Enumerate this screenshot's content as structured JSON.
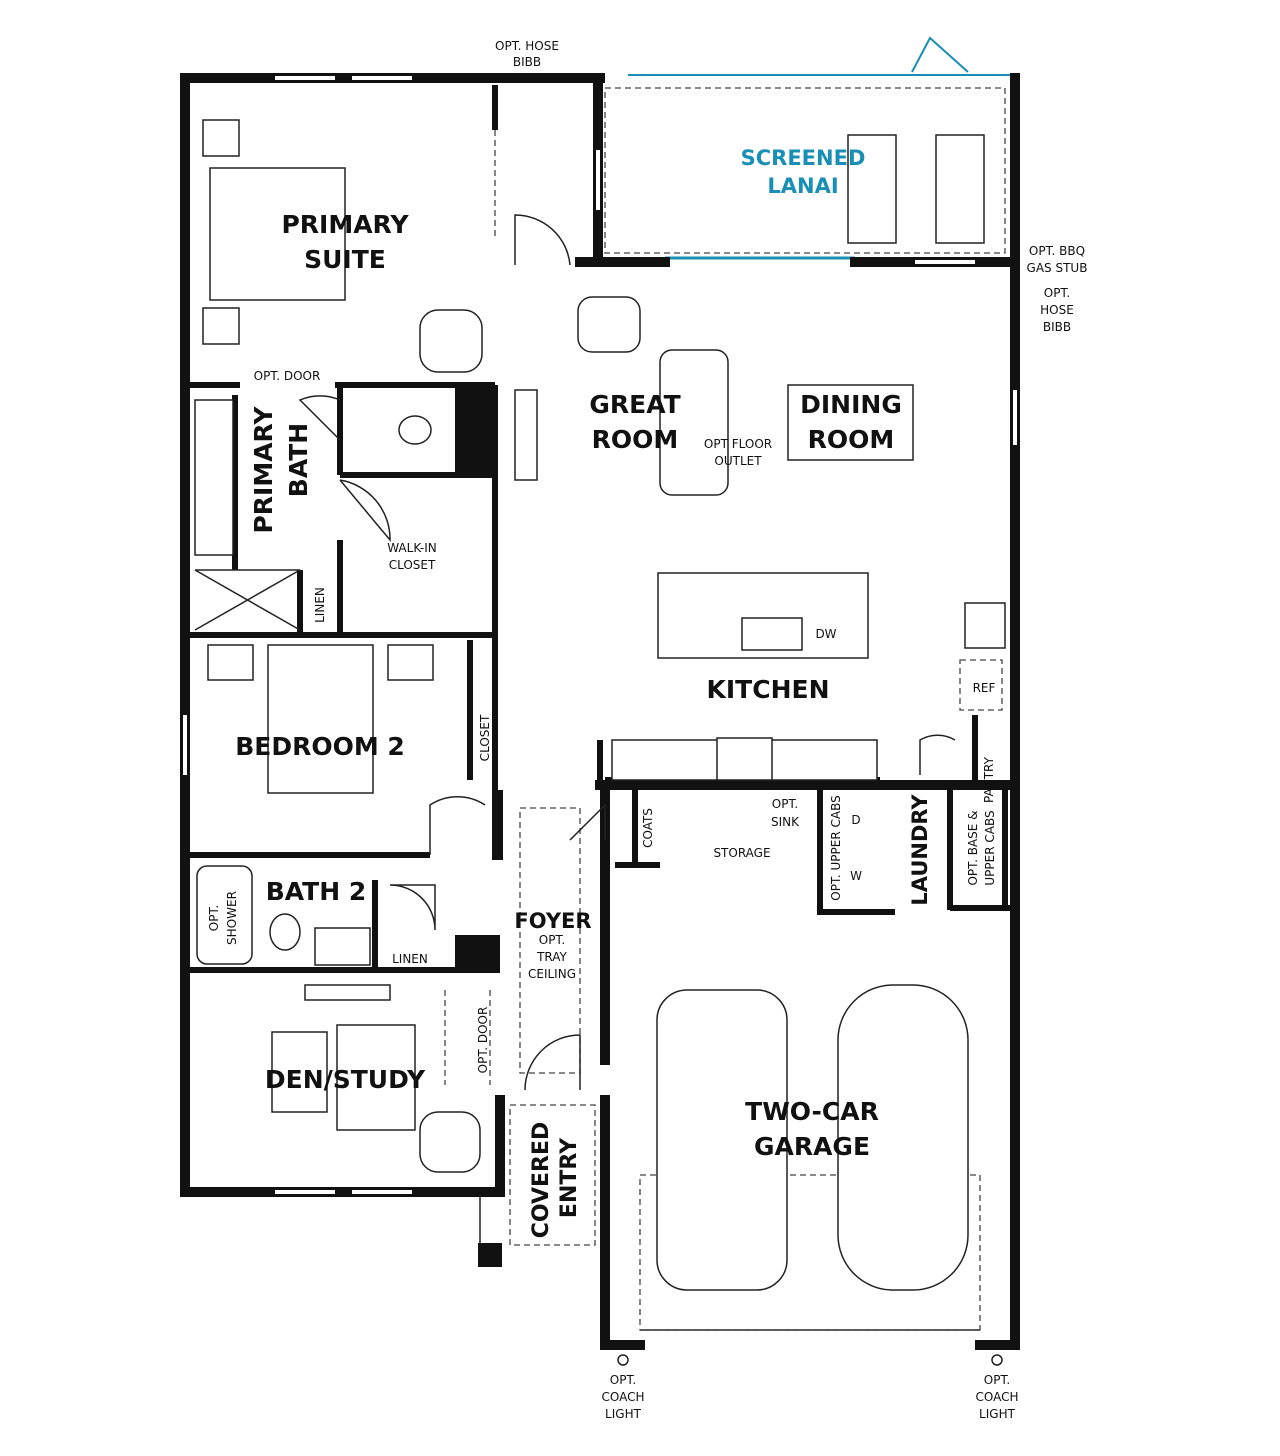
{
  "colors": {
    "wall": "#111111",
    "lanai": "#1a8fb5",
    "background": "#ffffff"
  },
  "rooms": {
    "screened_lanai": [
      "SCREENED",
      "LANAI"
    ],
    "primary_suite": [
      "PRIMARY",
      "SUITE"
    ],
    "primary_bath": [
      "PRIMARY",
      "BATH"
    ],
    "walk_in_closet": [
      "WALK-IN",
      "CLOSET"
    ],
    "great_room": [
      "GREAT",
      "ROOM"
    ],
    "dining_room": [
      "DINING",
      "ROOM"
    ],
    "kitchen": "KITCHEN",
    "bedroom_2": "BEDROOM 2",
    "bath_2": "BATH 2",
    "foyer": "FOYER",
    "den_study": "DEN/STUDY",
    "covered_entry": [
      "COVERED",
      "ENTRY"
    ],
    "garage": [
      "TWO-CAR",
      "GARAGE"
    ],
    "laundry": "LAUNDRY",
    "storage": "STORAGE",
    "pantry": "PANTRY"
  },
  "labels": {
    "hose_bibb_top": [
      "OPT. HOSE",
      "BIBB"
    ],
    "bbq": [
      "OPT. BBQ",
      "GAS STUB"
    ],
    "hose_bibb_right": [
      "OPT.",
      "HOSE",
      "BIBB"
    ],
    "opt_door_primary": "OPT. DOOR",
    "linen_primary": "LINEN",
    "floor_outlet": [
      "OPT FLOOR",
      "OUTLET"
    ],
    "dw": "DW",
    "ref": "REF",
    "closet_bed2": "CLOSET",
    "coats": "COATS",
    "opt_sink": [
      "OPT.",
      "SINK"
    ],
    "upper_cabs": "OPT. UPPER CABS",
    "dryer": "D",
    "washer": "W",
    "base_upper_cabs": [
      "OPT. BASE &",
      "UPPER CABS"
    ],
    "opt_shower": [
      "OPT.",
      "SHOWER"
    ],
    "linen_bath2": "LINEN",
    "tray_ceiling": [
      "OPT.",
      "TRAY",
      "CEILING"
    ],
    "opt_door_den": "OPT. DOOR",
    "coach_light_left": [
      "OPT.",
      "COACH",
      "LIGHT"
    ],
    "coach_light_right": [
      "OPT.",
      "COACH",
      "LIGHT"
    ]
  }
}
